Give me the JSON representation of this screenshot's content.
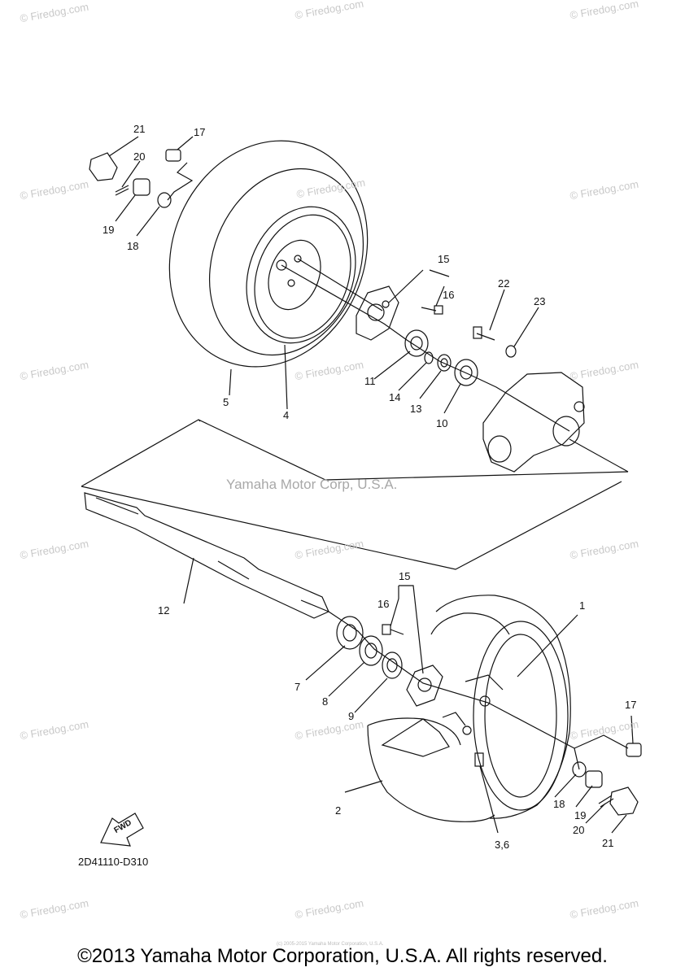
{
  "diagram": {
    "code": "2D41110-D310",
    "manufacturer_watermark": "Yamaha Motor Corp, U.S.A.",
    "fwd_label": "FWD",
    "copyright": "©2013 Yamaha Motor Corporation, U.S.A. All rights reserved.",
    "tiny_copyright": "(c) 2005-2015 Yamaha Motor Corporation, U.S.A.",
    "watermark_text": "© Firedog.com"
  },
  "part_labels": {
    "p1": "1",
    "p2": "2",
    "p3_6": "3,6",
    "p4": "4",
    "p5": "5",
    "p7": "7",
    "p8": "8",
    "p9": "9",
    "p10": "10",
    "p11": "11",
    "p12": "12",
    "p13": "13",
    "p14": "14",
    "p15_top": "15",
    "p15_bottom": "15",
    "p16_top": "16",
    "p16_bottom": "16",
    "p17_top": "17",
    "p17_bottom": "17",
    "p18_top": "18",
    "p18_bottom": "18",
    "p19_top": "19",
    "p19_bottom": "19",
    "p20_top": "20",
    "p20_bottom": "20",
    "p21_top": "21",
    "p21_bottom": "21",
    "p22": "22",
    "p23": "23"
  }
}
